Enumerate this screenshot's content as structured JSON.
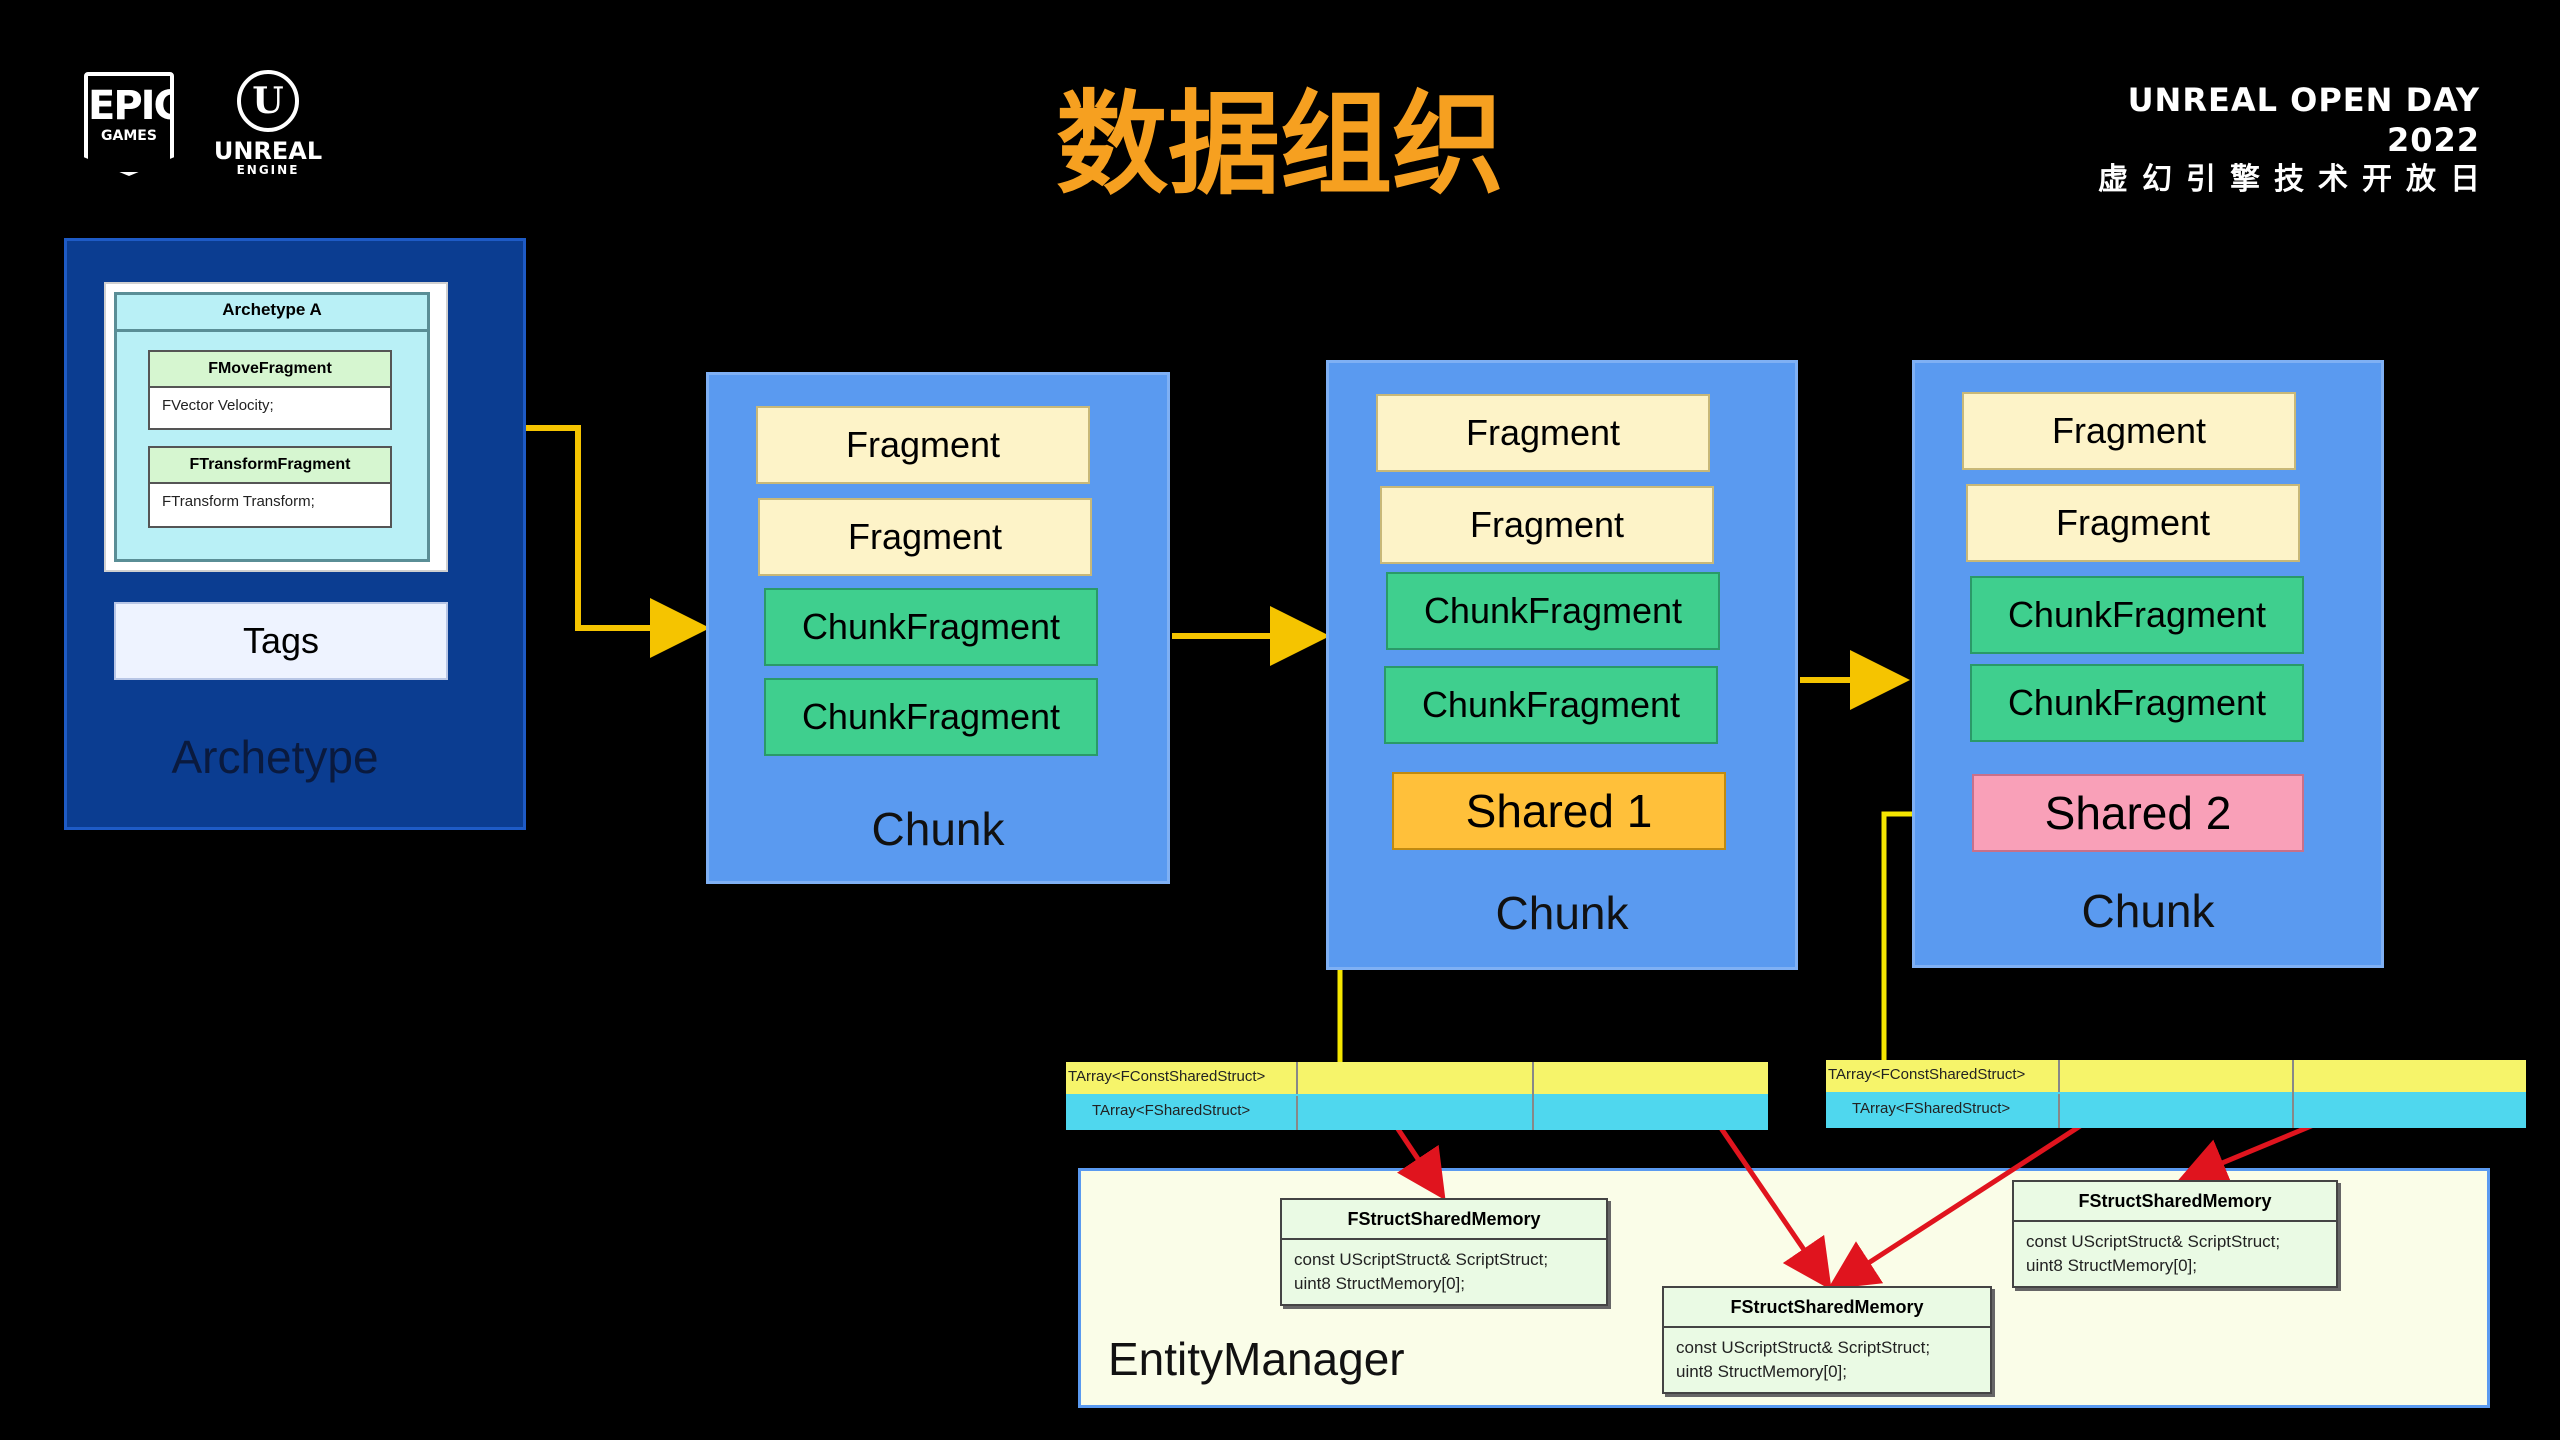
{
  "title": "数据组织",
  "logos": {
    "epic_top": "EPIC",
    "epic_bottom": "GAMES",
    "unreal_mark": "U",
    "unreal_top": "UNREAL",
    "unreal_bottom": "ENGINE"
  },
  "event": {
    "line1": "UNREAL OPEN DAY 2022",
    "line2": "虚幻引擎技术开放日"
  },
  "archetype": {
    "card_title": "Archetype A",
    "fragments": [
      {
        "name": "FMoveFragment",
        "field": "FVector Velocity;"
      },
      {
        "name": "FTransformFragment",
        "field": "FTransform Transform;"
      }
    ],
    "tags": "Tags",
    "label": "Archetype"
  },
  "chunks": [
    {
      "label": "Chunk",
      "blocks": [
        "Fragment",
        "Fragment",
        "ChunkFragment",
        "ChunkFragment"
      ]
    },
    {
      "label": "Chunk",
      "blocks": [
        "Fragment",
        "Fragment",
        "ChunkFragment",
        "ChunkFragment"
      ],
      "shared": "Shared 1"
    },
    {
      "label": "Chunk",
      "blocks": [
        "Fragment",
        "Fragment",
        "ChunkFragment",
        "ChunkFragment"
      ],
      "shared": "Shared 2"
    }
  ],
  "tarrays": [
    {
      "const_label": "TArray<FConstSharedStruct>",
      "shared_label": "TArray<FSharedStruct>"
    },
    {
      "const_label": "TArray<FConstSharedStruct>",
      "shared_label": "TArray<FSharedStruct>"
    }
  ],
  "entity_manager": {
    "label": "EntityManager",
    "memories": [
      {
        "name": "FStructSharedMemory",
        "line1": "const UScriptStruct& ScriptStruct;",
        "line2": "uint8 StructMemory[0];"
      },
      {
        "name": "FStructSharedMemory",
        "line1": "const UScriptStruct& ScriptStruct;",
        "line2": "uint8 StructMemory[0];"
      },
      {
        "name": "FStructSharedMemory",
        "line1": "const UScriptStruct& ScriptStruct;",
        "line2": "uint8 StructMemory[0];"
      }
    ]
  },
  "colors": {
    "title": "#f6a020",
    "connector": "#f5c400",
    "pointer": "#e0141e",
    "chunk": "#5a9af0",
    "fragment": "#fdf3c8",
    "chunk_fragment": "#3fcf8e",
    "shared1": "#ffc03a",
    "shared2": "#f9a0b8"
  }
}
